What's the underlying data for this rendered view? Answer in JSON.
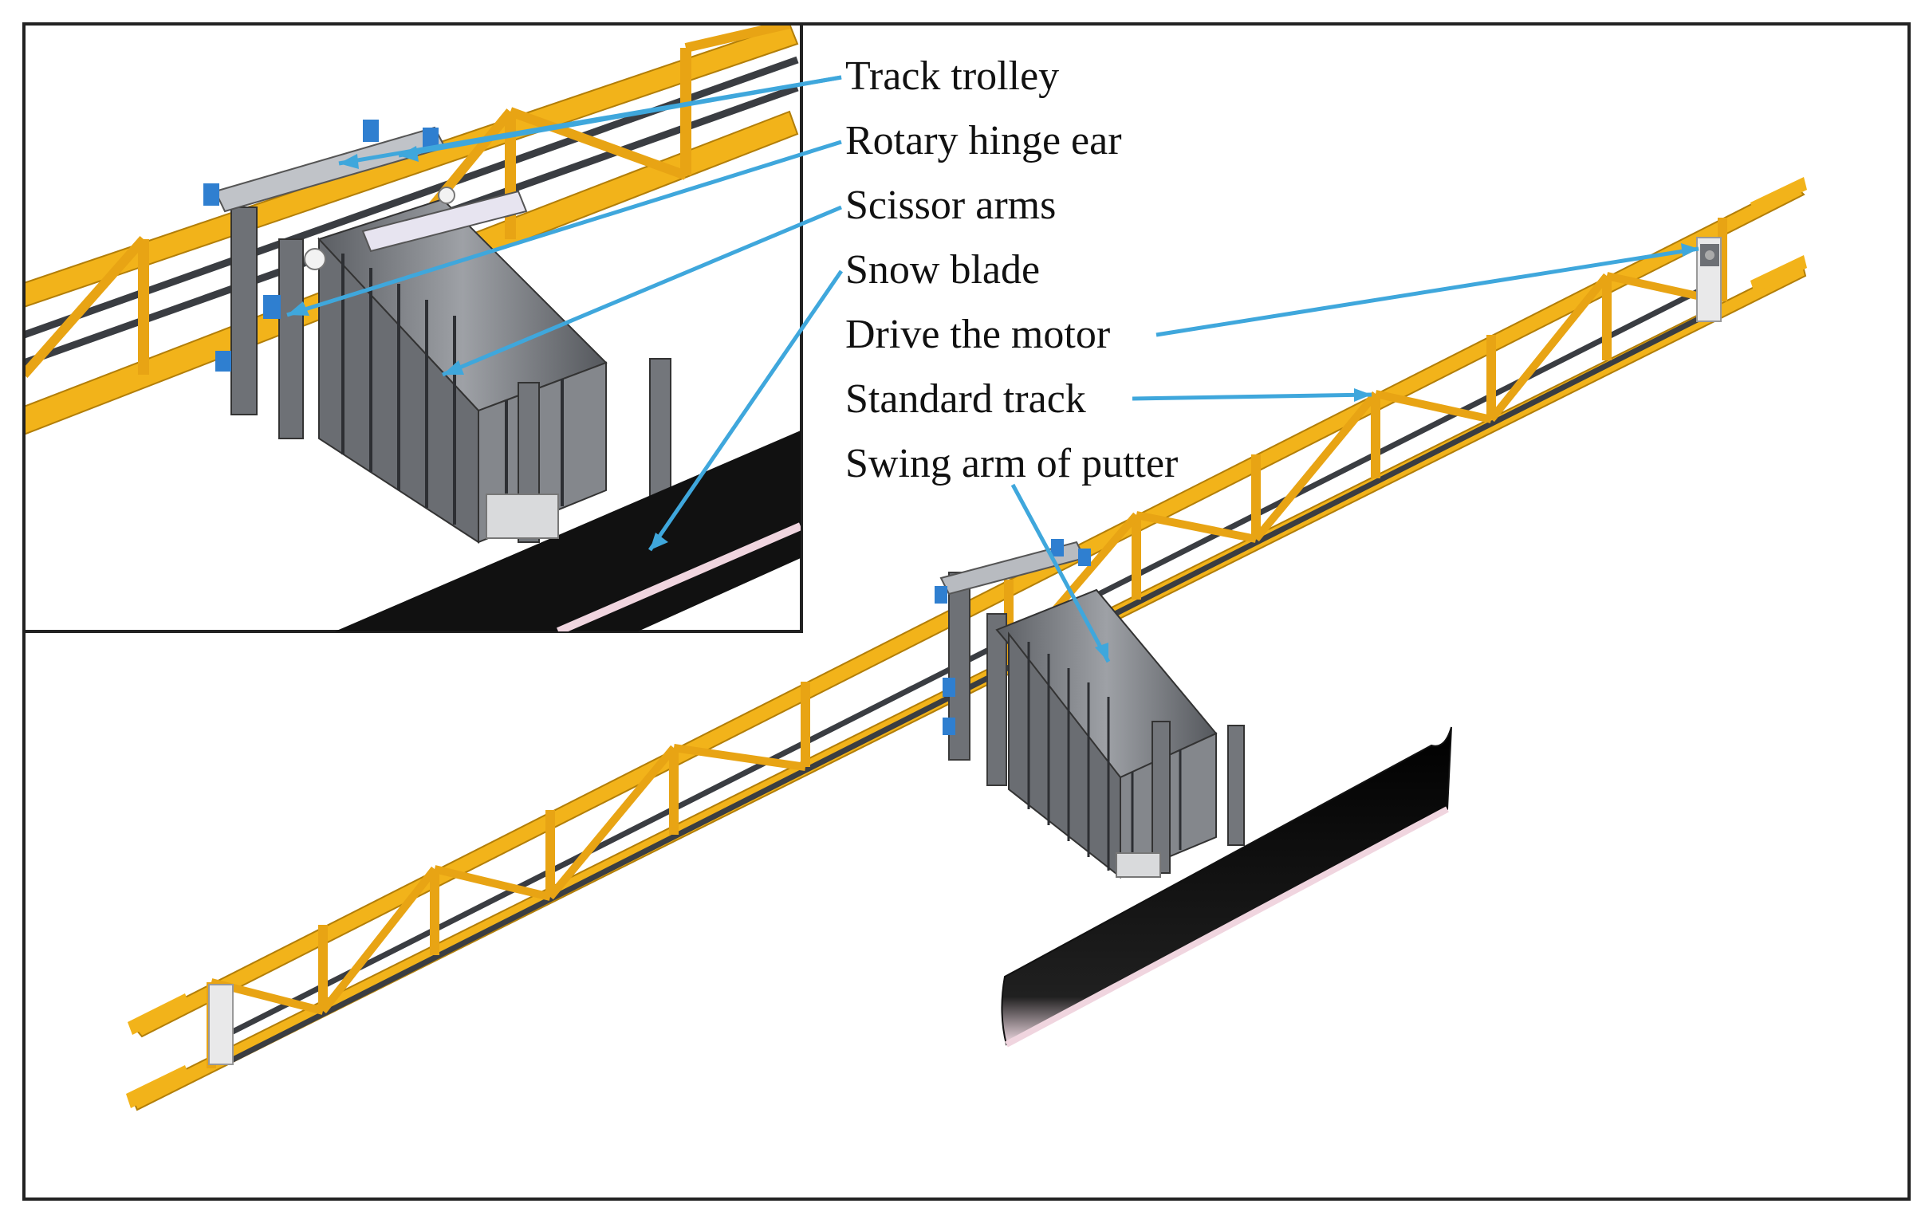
{
  "labels": {
    "track_trolley": "Track trolley",
    "rotary_hinge_ear": "Rotary hinge ear",
    "scissor_arms": "Scissor arms",
    "snow_blade": "Snow blade",
    "drive_motor": "Drive the motor",
    "standard_track": "Standard track",
    "swing_arm_putter": "Swing arm of putter"
  },
  "colors": {
    "track_yellow": "#f2b31a",
    "leader_blue": "#3fa7dc",
    "frame_gray": "#8c8f94",
    "steel_dark": "#3a3d42",
    "blade_black": "#111111",
    "hinge_blue": "#2f7fd0"
  }
}
